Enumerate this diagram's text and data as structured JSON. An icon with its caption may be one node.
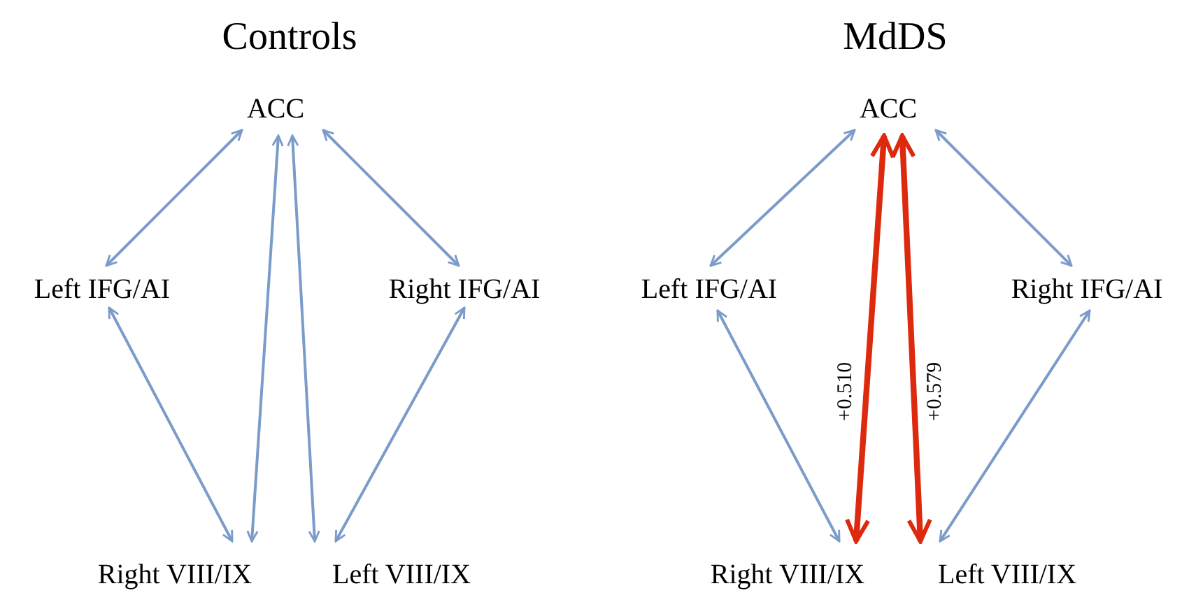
{
  "diagram": {
    "nodes": [
      {
        "text": [
          "ACC"
        ]
      },
      {
        "text": [
          "Left IFG/AI"
        ]
      },
      {
        "text": [
          "Right IFG/AI"
        ]
      },
      {
        "text": [
          "Right VIII/IX"
        ]
      },
      {
        "text": [
          "Left VIII/IX"
        ]
      },
      {
        "text": [
          "ACC"
        ]
      },
      {
        "text": [
          "Left IFG/AI"
        ]
      },
      {
        "text": [
          "Right IFG/AI"
        ]
      },
      {
        "text": [
          "Right VIII/IX"
        ]
      },
      {
        "text": [
          "Left VIII/IX"
        ]
      }
    ],
    "edges": [
      {
        "from": 0,
        "to": 1,
        "arrow": "both"
      },
      {
        "from": 0,
        "to": 2,
        "arrow": "both"
      },
      {
        "from": 0,
        "to": 3,
        "arrow": "both"
      },
      {
        "from": 0,
        "to": 4,
        "arrow": "both"
      },
      {
        "from": 1,
        "to": 3,
        "arrow": "both"
      },
      {
        "from": 2,
        "to": 4,
        "arrow": "both"
      },
      {
        "from": 5,
        "to": 6,
        "arrow": "both"
      },
      {
        "from": 5,
        "to": 7,
        "arrow": "both"
      },
      {
        "from": 5,
        "to": 8,
        "arrow": "both",
        "label": "+0.510",
        "style": "thick",
        "color": "#dd2a0e"
      },
      {
        "from": 5,
        "to": 9,
        "arrow": "both",
        "label": "+0.579",
        "style": "thick",
        "color": "#dd2a0e"
      },
      {
        "from": 6,
        "to": 8,
        "arrow": "both"
      },
      {
        "from": 7,
        "to": 9,
        "arrow": "both"
      }
    ],
    "labels": [
      "Controls",
      "MdDS"
    ]
  }
}
